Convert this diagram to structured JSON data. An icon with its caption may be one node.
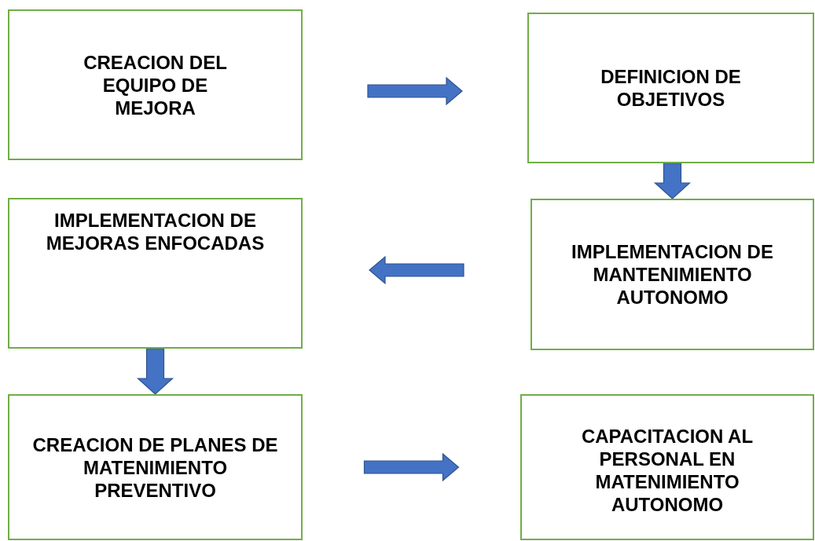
{
  "diagram": {
    "nodes": [
      {
        "text": [
          "CREACION DEL EQUIPO DE MEJORA"
        ]
      },
      {
        "text": [
          "DEFINICION DE OBJETIVOS"
        ]
      },
      {
        "text": [
          "IMPLEMENTACION DE MANTENIMIENTO AUTONOMO"
        ]
      },
      {
        "text": [
          "IMPLEMENTACION DE MEJORAS ENFOCADAS"
        ]
      },
      {
        "text": [
          "CREACION DE PLANES DE MATENIMIENTO PREVENTIVO"
        ]
      },
      {
        "text": [
          "CAPACITACION AL PERSONAL EN MATENIMIENTO AUTONOMO"
        ]
      }
    ],
    "edges": [
      {
        "from": 0,
        "to": 1,
        "arrow": "to"
      },
      {
        "from": 1,
        "to": 2,
        "arrow": "to"
      },
      {
        "from": 2,
        "to": 3,
        "arrow": "to"
      },
      {
        "from": 3,
        "to": 4,
        "arrow": "to"
      },
      {
        "from": 4,
        "to": 5,
        "arrow": "to"
      }
    ]
  }
}
